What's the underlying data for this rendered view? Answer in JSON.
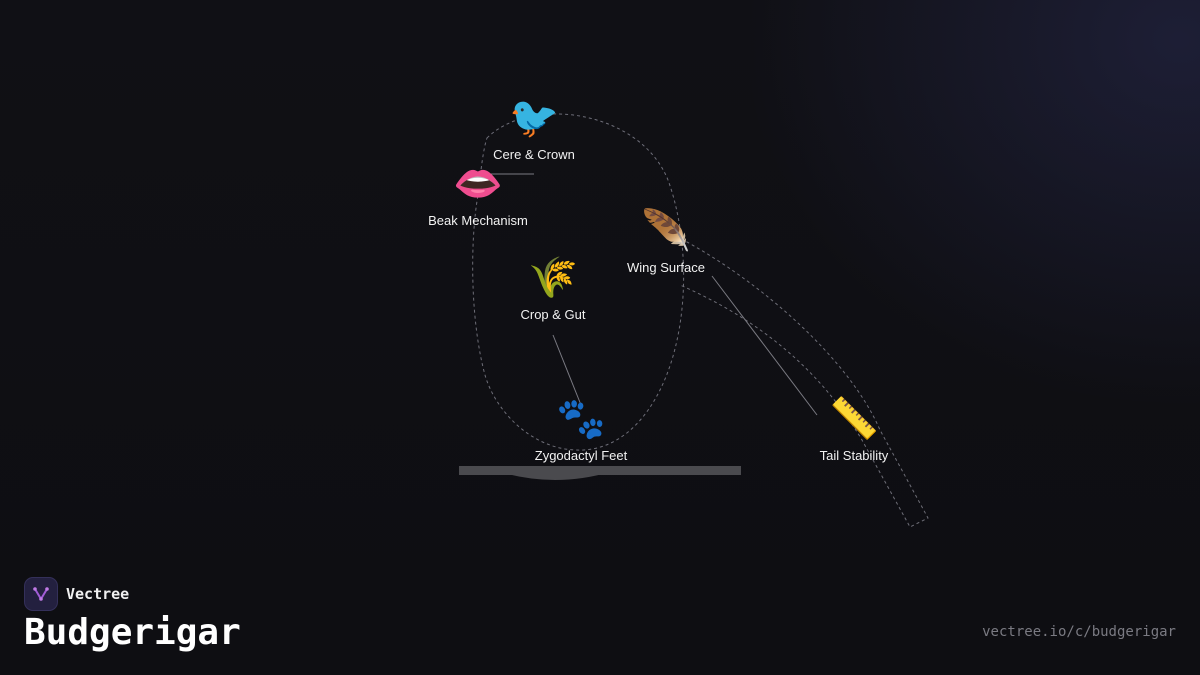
{
  "brand": {
    "name": "Vectree",
    "accent": "#a05cd6"
  },
  "page": {
    "title": "Budgerigar",
    "url": "vectree.io/c/budgerigar"
  },
  "nodes": [
    {
      "id": "cere",
      "icon": "bird-icon",
      "emoji": "🐦",
      "label": "Cere & Crown"
    },
    {
      "id": "beak",
      "icon": "mouth-icon",
      "emoji": "👄",
      "label": "Beak Mechanism"
    },
    {
      "id": "wing",
      "icon": "feather-icon",
      "emoji": "🪶",
      "label": "Wing Surface"
    },
    {
      "id": "crop",
      "icon": "grain-icon",
      "emoji": "🌾",
      "label": "Crop & Gut"
    },
    {
      "id": "feet",
      "icon": "paw-prints-icon",
      "emoji": "🐾",
      "label": "Zygodactyl Feet"
    },
    {
      "id": "tail",
      "icon": "ruler-icon",
      "emoji": "📏",
      "label": "Tail Stability"
    }
  ],
  "colors": {
    "background": "#0f0f13",
    "outline": "#6e6e78",
    "perch": "#4a4a4e",
    "label": "#f2f2f2",
    "url": "#7a7a82"
  }
}
